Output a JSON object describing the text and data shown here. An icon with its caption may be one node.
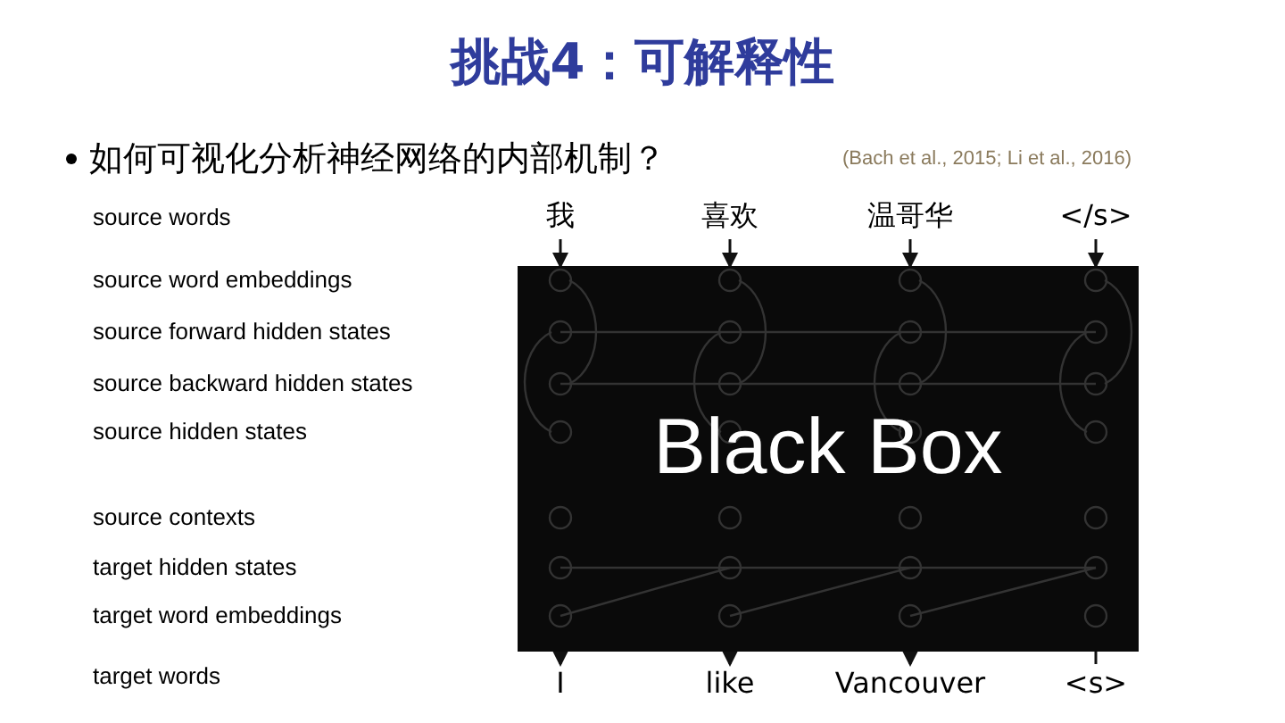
{
  "diagram": {
    "title": "挑战4：可解释性",
    "nodes": [
      {
        "text": [
          "我"
        ]
      },
      {
        "text": [
          "喜欢"
        ]
      },
      {
        "text": [
          "温哥华"
        ]
      },
      {
        "text": [
          "</s>"
        ]
      },
      {
        "text": [
          "Black Box"
        ]
      },
      {
        "text": [
          "I"
        ]
      },
      {
        "text": [
          "like"
        ]
      },
      {
        "text": [
          "Vancouver"
        ]
      },
      {
        "text": [
          "<s>"
        ]
      }
    ],
    "edges": [
      {
        "from": 0,
        "to": 4,
        "arrow": "to"
      },
      {
        "from": 1,
        "to": 4,
        "arrow": "to"
      },
      {
        "from": 2,
        "to": 4,
        "arrow": "to"
      },
      {
        "from": 3,
        "to": 4,
        "arrow": "to"
      },
      {
        "from": 4,
        "to": 5,
        "arrow": "to"
      },
      {
        "from": 4,
        "to": 6,
        "arrow": "to"
      },
      {
        "from": 4,
        "to": 7,
        "arrow": "to"
      },
      {
        "from": 4,
        "to": 8,
        "arrow": "none"
      }
    ],
    "labels": [
      "如何可视化分析神经网络的内部机制？",
      "(Bach et al., 2015; Li et al., 2016)",
      "source words",
      "source word embeddings",
      "source forward hidden states",
      "source backward hidden states",
      "source hidden states",
      "source contexts",
      "target hidden states",
      "target word embeddings",
      "target words"
    ]
  }
}
